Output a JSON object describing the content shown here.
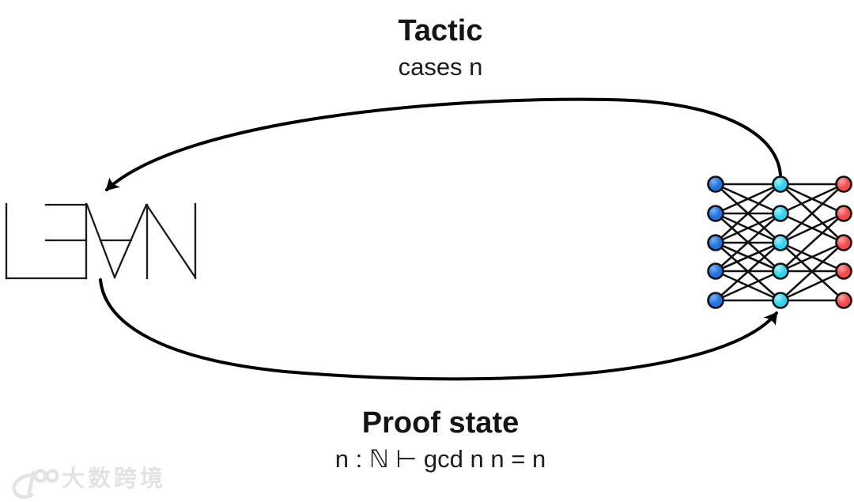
{
  "page": {
    "background": "#ffffff"
  },
  "top_label": {
    "title": "Tactic",
    "subtitle": "cases n"
  },
  "bottom_label": {
    "title": "Proof state",
    "subtitle": "n : ℕ ⊢ gcd n n = n"
  },
  "lean_logo": {
    "text": "L∃∀N",
    "color": "#1a1a1a"
  },
  "arrows": {
    "color": "#000000",
    "top": {
      "from": "neural-network",
      "to": "lean-logo",
      "label": "Tactic"
    },
    "bottom": {
      "from": "lean-logo",
      "to": "neural-network",
      "label": "Proof state"
    }
  },
  "network": {
    "node_outline": "#111111",
    "edge_color": "#111111",
    "layers": [
      {
        "name": "input-layer",
        "count": 5,
        "fill": "#2273e0",
        "highlight": "#74b3f3"
      },
      {
        "name": "hidden-layer",
        "count": 5,
        "fill": "#2ed3f0",
        "highlight": "#a5eefb"
      },
      {
        "name": "output-layer",
        "count": 5,
        "fill": "#f34b4b",
        "highlight": "#fba3a3"
      }
    ],
    "edges_input_hidden": [
      [
        0,
        0
      ],
      [
        0,
        1
      ],
      [
        0,
        2
      ],
      [
        1,
        0
      ],
      [
        1,
        1
      ],
      [
        1,
        2
      ],
      [
        1,
        3
      ],
      [
        2,
        0
      ],
      [
        2,
        1
      ],
      [
        2,
        2
      ],
      [
        2,
        3
      ],
      [
        2,
        4
      ],
      [
        3,
        1
      ],
      [
        3,
        2
      ],
      [
        3,
        3
      ],
      [
        3,
        4
      ],
      [
        4,
        2
      ],
      [
        4,
        3
      ],
      [
        4,
        4
      ]
    ],
    "edges_hidden_output": [
      [
        0,
        0
      ],
      [
        0,
        1
      ],
      [
        0,
        2
      ],
      [
        1,
        0
      ],
      [
        1,
        2
      ],
      [
        2,
        0
      ],
      [
        2,
        1
      ],
      [
        2,
        3
      ],
      [
        2,
        4
      ],
      [
        3,
        1
      ],
      [
        3,
        2
      ],
      [
        3,
        3
      ],
      [
        4,
        2
      ],
      [
        4,
        3
      ],
      [
        4,
        4
      ]
    ]
  },
  "watermark": {
    "text": "大数跨境",
    "color": "#e3e3e3"
  }
}
